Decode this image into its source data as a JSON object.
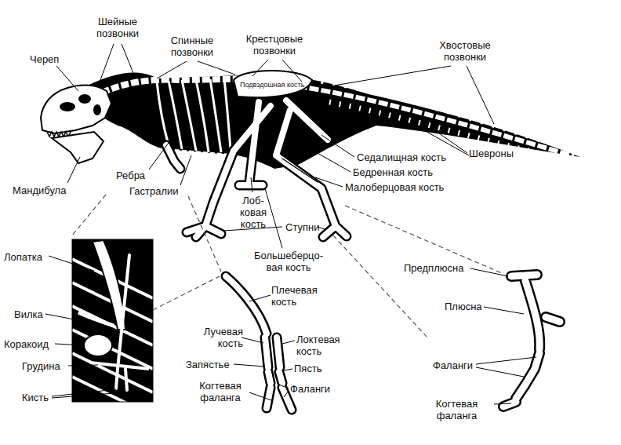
{
  "diagram": {
    "labels": [
      "Шейные позвонки",
      "Спинные позвонки",
      "Крестцовые позвонки",
      "Хвостовые позвонки",
      "Череп",
      "Подвздошная кость",
      "Шевроны",
      "Седалищная кость",
      "Бедренная кость",
      "Малоберцовая кость",
      "Мандибула",
      "Ребра",
      "Гастралии",
      "Лоб- ковая кость",
      "Ступни",
      "Большеберцо- вая кость",
      "Предплюсна",
      "Лопатка",
      "Плечевая кость",
      "Плюсна",
      "Вилка",
      "Лучевая кость",
      "Локтевая кость",
      "Коракоид",
      "Запястье",
      "Пясть",
      "Грудина",
      "Фаланги",
      "Фаланги",
      "Когтевая фаланга",
      "Кисть",
      "Когтевая фаланга"
    ]
  }
}
